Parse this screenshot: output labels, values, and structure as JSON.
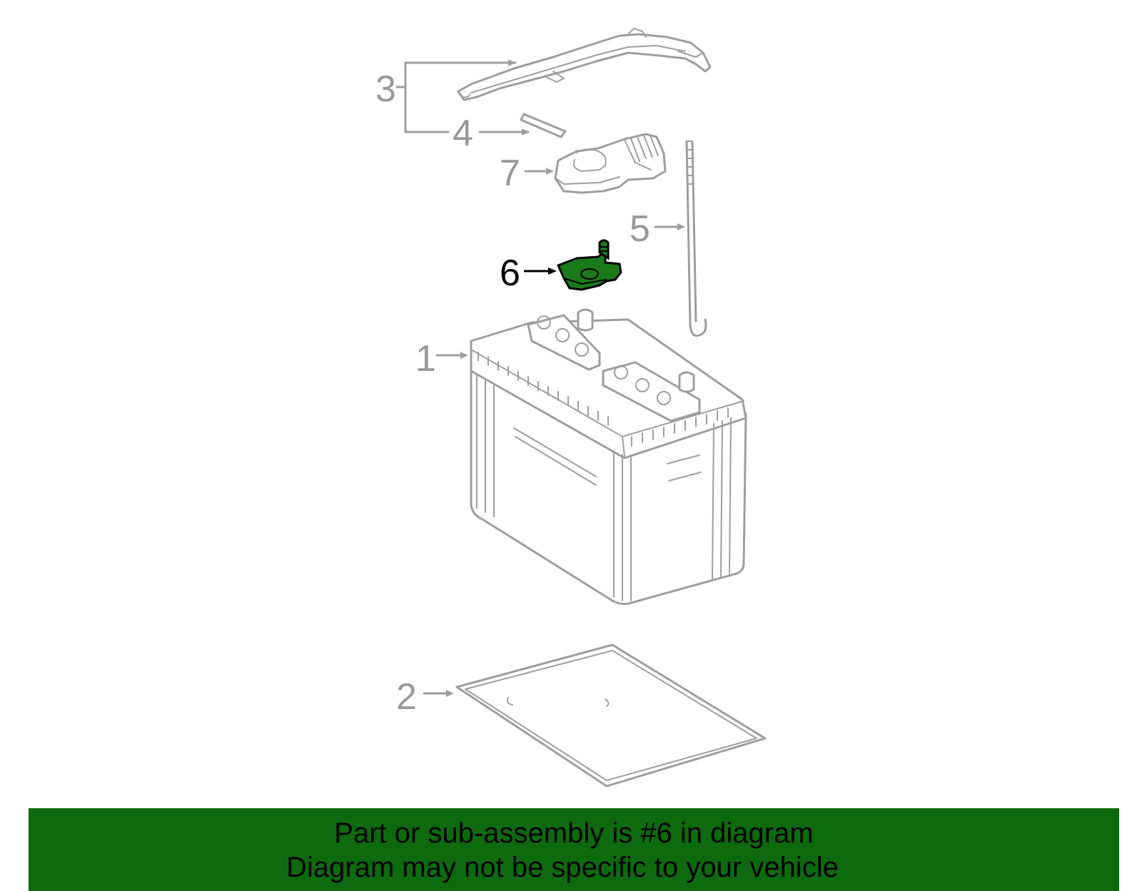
{
  "diagram": {
    "callouts": [
      {
        "id": "1",
        "label": "1",
        "part": "battery"
      },
      {
        "id": "2",
        "label": "2",
        "part": "battery-tray"
      },
      {
        "id": "3",
        "label": "3",
        "part": "hold-down-clamp"
      },
      {
        "id": "4",
        "label": "4",
        "part": "clamp-pad"
      },
      {
        "id": "5",
        "label": "5",
        "part": "hold-down-rod"
      },
      {
        "id": "6",
        "label": "6",
        "part": "terminal",
        "highlighted": true
      },
      {
        "id": "7",
        "label": "7",
        "part": "terminal-cover"
      }
    ],
    "colors": {
      "line": "#9e9e9e",
      "highlight": "#1a7a1a",
      "banner": "#0e6a0e",
      "active_label": "#000000"
    }
  },
  "banner": {
    "line1": "Part or sub-assembly is #6 in diagram",
    "line2": "Diagram may not be specific to your vehicle"
  }
}
